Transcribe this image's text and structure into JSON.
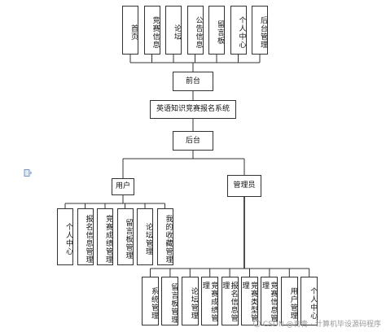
{
  "diagram": {
    "front_modules": [
      "首页",
      "竞赛信息",
      "论坛",
      "公告信息",
      "留言板",
      "个人中心",
      "后台管理"
    ],
    "front_label": "前台",
    "root_label": "英语知识竞赛报名系统",
    "back_label": "后台",
    "user_label": "用户",
    "admin_label": "管理员",
    "user_modules": [
      "个人中心",
      "报名信息管理",
      "竞赛成绩管理",
      "留言板管理",
      "论坛管理",
      "我的收藏管理"
    ],
    "admin_modules": [
      "系统管理",
      "留言板管理",
      "论坛管理",
      "竞赛成绩管理",
      "报名信息管理",
      "竞赛类型管理",
      "竞赛信息管理",
      "用户管理",
      "个人中心"
    ]
  },
  "watermark": {
    "text": "CSDN @青青 · 计算机毕设源码程序"
  },
  "icons": {
    "document": "document-icon",
    "logo": "csdn-logo-icon"
  }
}
